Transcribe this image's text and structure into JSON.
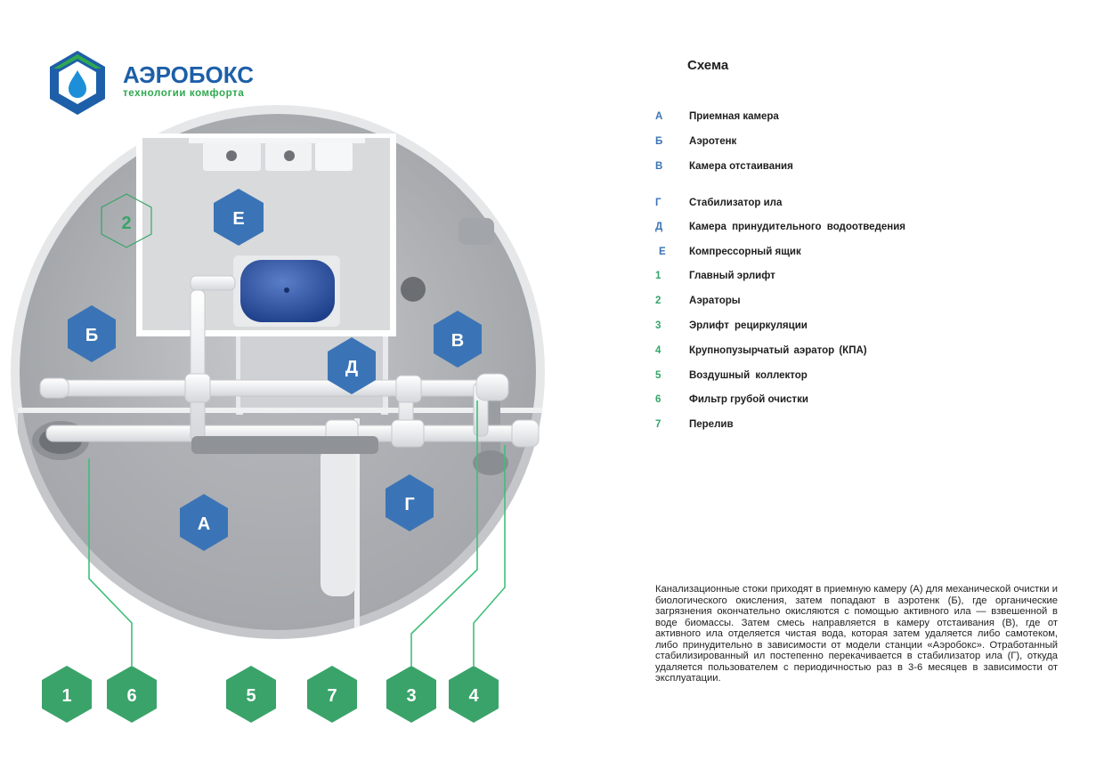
{
  "logo": {
    "brand": "АЭРОБОКС",
    "tagline": "технологии комфорта"
  },
  "legend": {
    "title": "Схема",
    "items": [
      {
        "key": "А",
        "label": "Приемная камера"
      },
      {
        "key": "Б",
        "label": "Аэротенк"
      },
      {
        "key": "В",
        "label": "Камера отстаивания"
      },
      {
        "key": "Г",
        "label": "Стабилизатор ила"
      },
      {
        "key": "Д",
        "label": "Камера принудительного водоотведения"
      },
      {
        "key": "Е",
        "label": "Компрессорный ящик"
      },
      {
        "key": "1",
        "label": "Главный эрлифт"
      },
      {
        "key": "2",
        "label": "Аэраторы"
      },
      {
        "key": "3",
        "label": "Эрлифт рециркуляции"
      },
      {
        "key": "4",
        "label": "Крупнопузырчатый аэратор (КПА)"
      },
      {
        "key": "5",
        "label": "Воздушный коллектор"
      },
      {
        "key": "6",
        "label": "Фильтр грубой очистки"
      },
      {
        "key": "7",
        "label": "Перелив"
      }
    ]
  },
  "diagram": {
    "zone_labels": {
      "A": "А",
      "B": "Б",
      "V": "В",
      "G": "Г",
      "D": "Д",
      "E": "Е"
    },
    "aerator_marker": "2",
    "numbers": [
      "1",
      "6",
      "5",
      "7",
      "3",
      "4"
    ]
  },
  "description": "Канализационные стоки приходят в приемную камеру (А) для механической очистки и биологического окисления, затем попадают в аэротенк (Б), где органические загрязнения окончательно окисляются с помощью активного ила — взвешенной в воде биомассы. Затем смесь направляется в камеру отстаивания (В), где от активного ила отделяется чистая вода, которая затем удаляется либо самотеком, либо принудительно в зависимости от модели станции «Аэробокс». Отработанный стабилизированный ил постепенно перекачивается в стабилизатор ила (Г), откуда удаляется пользователем с периодичностью раз в 3-6 месяцев в зависимости от эксплуатации.",
  "colors": {
    "zone_blue": "#3b74b6",
    "number_green": "#3aa36a",
    "lead_line": "#3fbf7a",
    "logo_blue": "#1d5fa8"
  }
}
